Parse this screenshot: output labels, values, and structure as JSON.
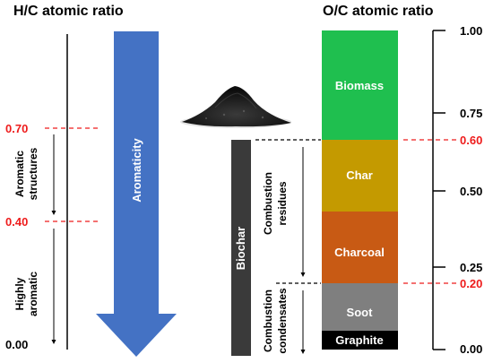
{
  "left": {
    "title": "H/C atomic ratio",
    "ticks": [
      {
        "label": "0.70",
        "color": "#ee1c1c"
      },
      {
        "label": "0.40",
        "color": "#ee1c1c"
      },
      {
        "label": "0.00",
        "color": "#000000"
      }
    ],
    "aromatic_structures": [
      "Aromatic",
      "structures"
    ],
    "highly_aromatic": [
      "Highly",
      "aromatic"
    ],
    "arrow_label": "Aromaticity",
    "arrow_color": "#4472c4"
  },
  "center": {
    "biochar_label": "Biochar",
    "combustion_residues": [
      "Combustion",
      "residues"
    ],
    "combustion_condensates": [
      "Combustion",
      "condensates"
    ]
  },
  "right": {
    "title": "O/C atomic ratio",
    "blocks": [
      {
        "label": "Biomass",
        "color": "#1fbf4f"
      },
      {
        "label": "Char",
        "color": "#c49a00"
      },
      {
        "label": "Charcoal",
        "color": "#c85a14"
      },
      {
        "label": "Soot",
        "color": "#7f7f7f"
      },
      {
        "label": "Graphite",
        "color": "#000000"
      }
    ],
    "ticks": [
      {
        "label": "1.00",
        "color": "#000000"
      },
      {
        "label": "0.75",
        "color": "#000000"
      },
      {
        "label": "0.60",
        "color": "#ee1c1c"
      },
      {
        "label": "0.50",
        "color": "#000000"
      },
      {
        "label": "0.25",
        "color": "#000000"
      },
      {
        "label": "0.20",
        "color": "#ee1c1c"
      },
      {
        "label": "0.00",
        "color": "#000000"
      }
    ]
  }
}
